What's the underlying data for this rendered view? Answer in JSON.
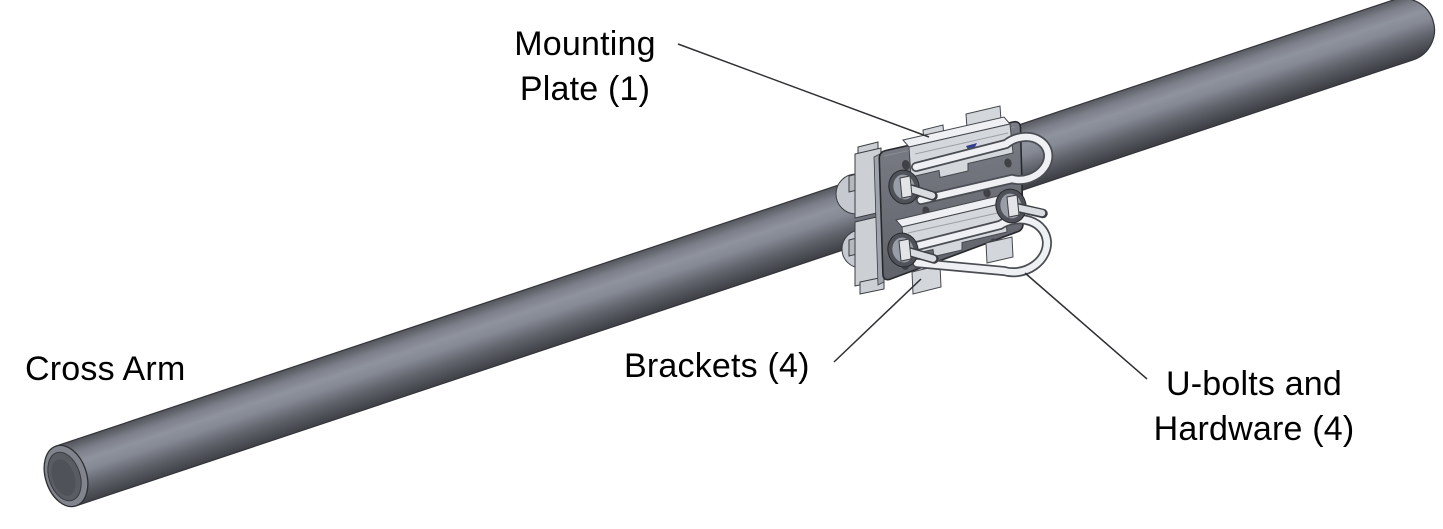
{
  "figure": {
    "labels": {
      "mounting_plate": {
        "line1": "Mounting",
        "line2": "Plate (1)"
      },
      "cross_arm": {
        "text": "Cross Arm"
      },
      "brackets": {
        "text": "Brackets (4)"
      },
      "u_bolts": {
        "line1": "U-bolts and",
        "line2": "Hardware (4)"
      }
    },
    "colors": {
      "background": "#ffffff",
      "text": "#000000",
      "leader_line": "#2e3033",
      "tube_highlight": "#8f939d",
      "tube_shadow": "#3e4046",
      "plate_face": "#70737c",
      "plate_outline": "#26282c",
      "bracket_light": "#eff0f3",
      "bracket_mid": "#d4d7dc",
      "u_bolt_fill": "#eef0f3",
      "u_bolt_outline": "#4a4d53",
      "hardware_boss_dark": "#50525a",
      "accent_blue": "#32408f"
    }
  }
}
